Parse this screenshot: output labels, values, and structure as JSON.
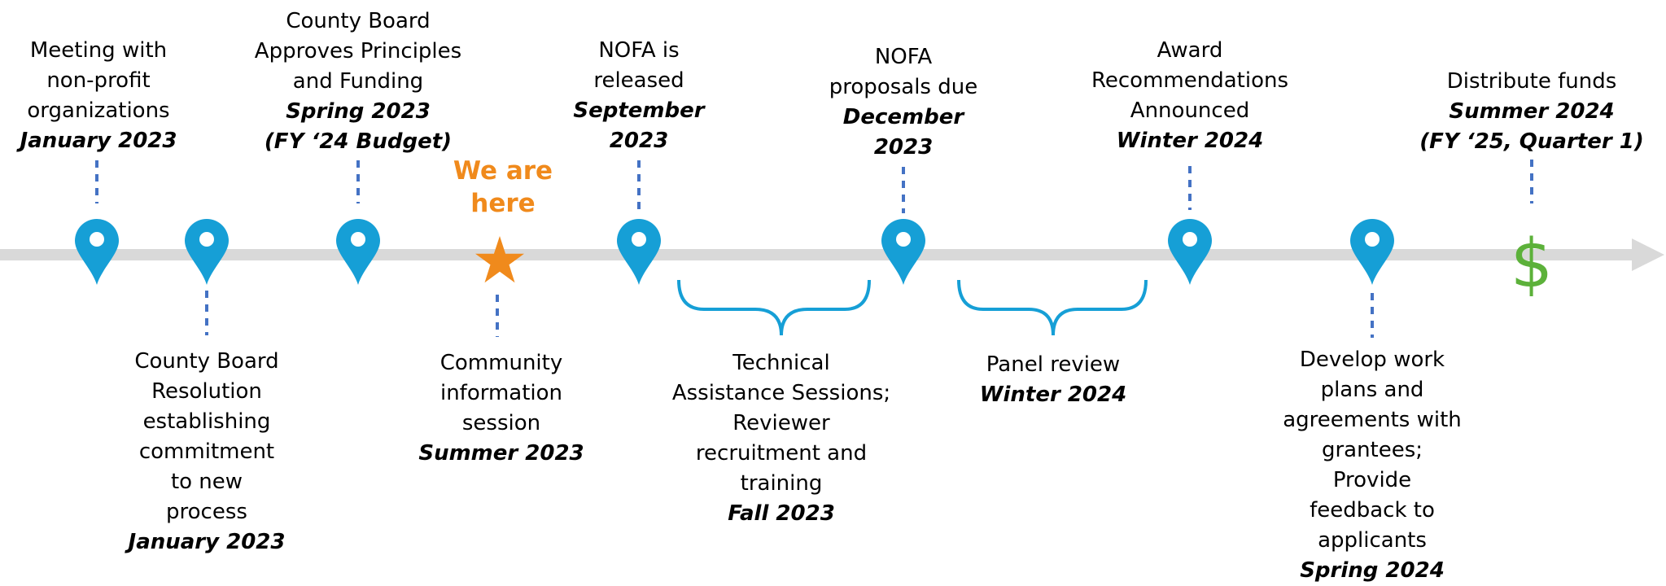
{
  "colors": {
    "axis": "#d9d9d9",
    "marker": "#169fd6",
    "connector": "#4472c4",
    "brace": "#169fd6",
    "current": "#f08a1c",
    "dollar": "#5cb13a"
  },
  "icons": {
    "milestone": "map-pin-icon",
    "current": "star-icon",
    "final": "dollar-icon"
  },
  "current_position": [
    "We are",
    "here"
  ],
  "milestones_above": [
    {
      "title": [
        "Meeting with",
        "non-profit",
        "organizations"
      ],
      "date": [
        "January 2023"
      ]
    },
    {
      "title": [
        "County Board",
        "Approves Principles",
        "and Funding"
      ],
      "date": [
        "Spring 2023",
        "(FY ‘24 Budget)"
      ]
    },
    {
      "title": [
        "NOFA is",
        "released"
      ],
      "date": [
        "September",
        "2023"
      ]
    },
    {
      "title": [
        "NOFA",
        "proposals due"
      ],
      "date": [
        "December",
        "2023"
      ]
    },
    {
      "title": [
        "Award",
        "Recommendations",
        "Announced"
      ],
      "date": [
        "Winter 2024"
      ]
    },
    {
      "title": [
        "Distribute funds"
      ],
      "date": [
        "Summer 2024",
        "(FY ‘25, Quarter 1)"
      ]
    }
  ],
  "milestones_below": [
    {
      "title": [
        "County Board",
        "Resolution",
        "establishing",
        "commitment",
        "to new",
        "process"
      ],
      "date": [
        "January 2023"
      ]
    },
    {
      "title": [
        "Community",
        "information",
        "session"
      ],
      "date": [
        "Summer 2023"
      ]
    },
    {
      "title": [
        "Develop work",
        "plans and",
        "agreements with",
        "grantees;",
        "Provide",
        "feedback to",
        "applicants"
      ],
      "date": [
        "Spring 2024"
      ]
    }
  ],
  "periods": [
    {
      "title": [
        "Technical",
        "Assistance Sessions;",
        "Reviewer",
        "recruitment and",
        "training"
      ],
      "date": [
        "Fall 2023"
      ]
    },
    {
      "title": [
        "Panel review"
      ],
      "date": [
        "Winter 2024"
      ]
    }
  ]
}
